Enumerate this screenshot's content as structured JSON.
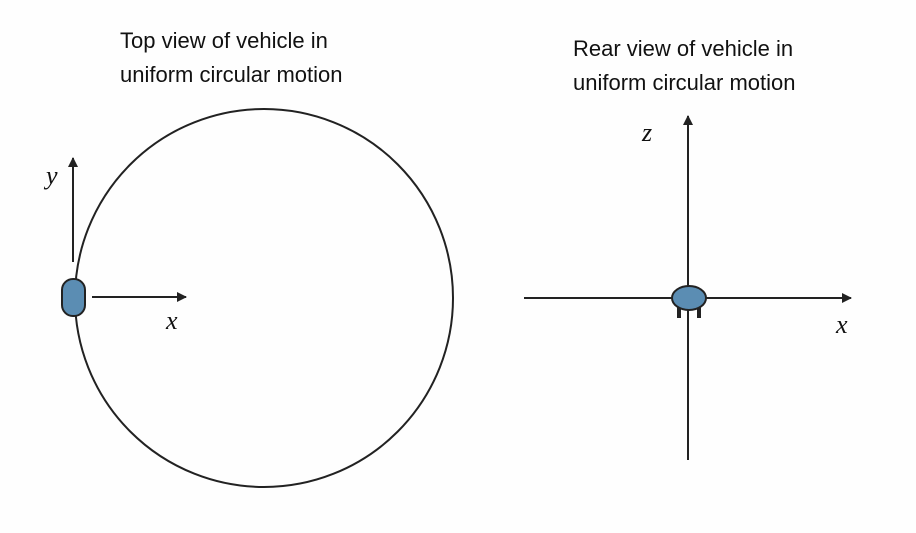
{
  "top_view": {
    "caption_line1": "Top view of vehicle in",
    "caption_line2": "uniform circular motion",
    "axis_y": "y",
    "axis_x": "x"
  },
  "rear_view": {
    "caption_line1": "Rear view of vehicle in",
    "caption_line2": "uniform circular motion",
    "axis_z": "z",
    "axis_x": "x"
  },
  "colors": {
    "vehicle_fill": "#5b8db3",
    "line": "#222222"
  }
}
